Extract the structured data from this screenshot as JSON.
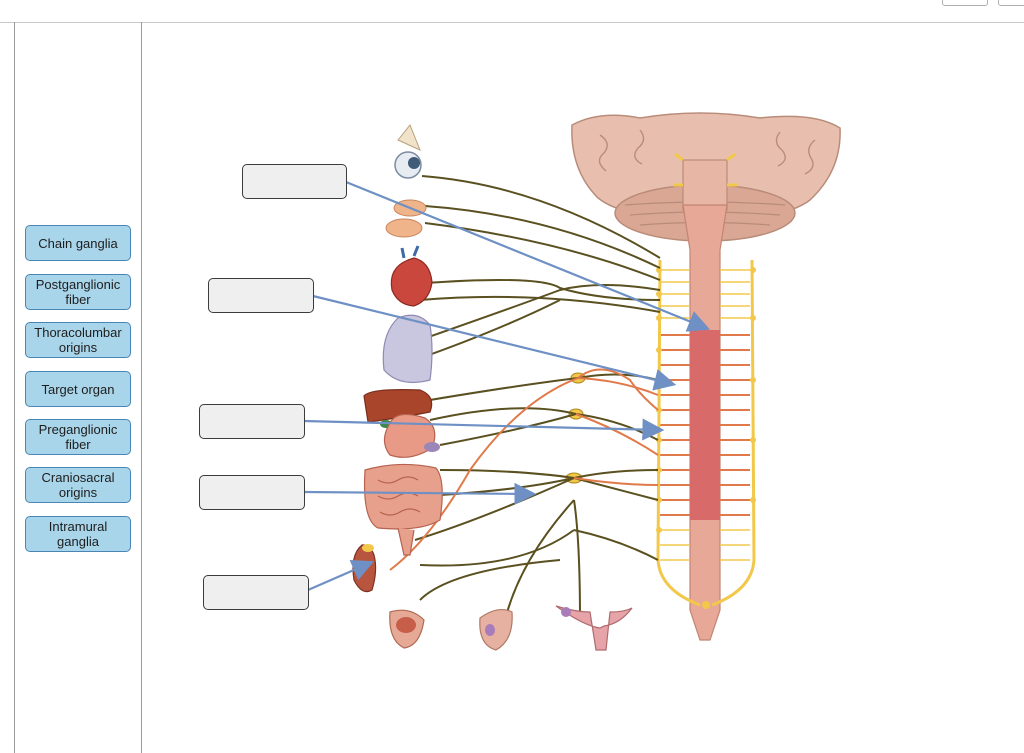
{
  "labels": [
    {
      "id": "chain-ganglia",
      "text": "Chain ganglia"
    },
    {
      "id": "postganglionic-fiber",
      "text": "Postganglionic fiber"
    },
    {
      "id": "thoracolumbar-origins",
      "text": "Thoracolumbar origins"
    },
    {
      "id": "target-organ",
      "text": "Target organ"
    },
    {
      "id": "preganglionic-fiber",
      "text": "Preganglionic fiber"
    },
    {
      "id": "craniosacral-origins",
      "text": "Craniosacral origins"
    },
    {
      "id": "intramural-ganglia",
      "text": "Intramural ganglia"
    }
  ],
  "drop_zones": [
    {
      "id": "zone-1",
      "value": ""
    },
    {
      "id": "zone-2",
      "value": ""
    },
    {
      "id": "zone-3",
      "value": ""
    },
    {
      "id": "zone-4",
      "value": ""
    },
    {
      "id": "zone-5",
      "value": ""
    }
  ],
  "colors": {
    "chip_fill": "#a9d5ea",
    "chip_border": "#4a86b5",
    "leader_line": "#6e90c4",
    "nerve": "#5a5020",
    "postganglionic_nerve": "#e07a4a",
    "spinal_cord": "#e8a897",
    "thoracolumbar_region": "#d86a6a",
    "ganglion": "#f2c84b",
    "brain": "#e8bfae"
  },
  "icons": [
    "eye-icon",
    "salivary-gland-icon",
    "heart-icon",
    "lung-icon",
    "liver-icon",
    "stomach-icon",
    "intestine-icon",
    "kidney-icon",
    "bladder-icon",
    "penis-icon",
    "uterus-icon",
    "brain-icon",
    "spinal-cord-icon"
  ]
}
